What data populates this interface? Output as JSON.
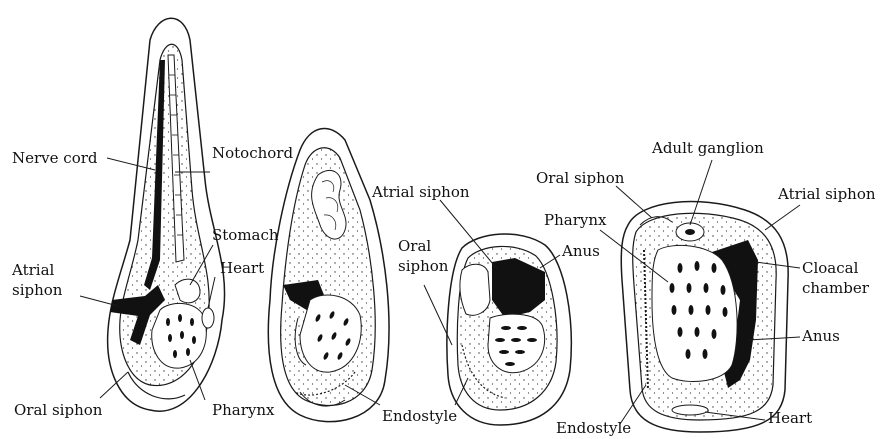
{
  "colors": {
    "ink": "#111111",
    "outline": "#1a1a1a",
    "fill_light": "#f4f4f4",
    "fill_dark": "#111111",
    "background": "#ffffff"
  },
  "labels": {
    "nerve_cord": "Nerve cord",
    "notochord": "Notochord",
    "stomach": "Stomach",
    "atrial_siphon_line1": "Atrial",
    "atrial_siphon_line2": "siphon",
    "heart_1": "Heart",
    "oral_siphon_1": "Oral siphon",
    "pharynx_1": "Pharynx",
    "atrial_siphon_2": "Atrial siphon",
    "oral_siphon_2_line1": "Oral",
    "oral_siphon_2_line2": "siphon",
    "anus_1": "Anus",
    "endostyle_1": "Endostyle",
    "adult_ganglion": "Adult ganglion",
    "oral_siphon_3": "Oral siphon",
    "atrial_siphon_3": "Atrial siphon",
    "pharynx_2": "Pharynx",
    "cloacal_chamber_line1": "Cloacal",
    "cloacal_chamber_line2": "chamber",
    "anus_2": "Anus",
    "heart_2": "Heart",
    "endostyle_2": "Endostyle"
  }
}
